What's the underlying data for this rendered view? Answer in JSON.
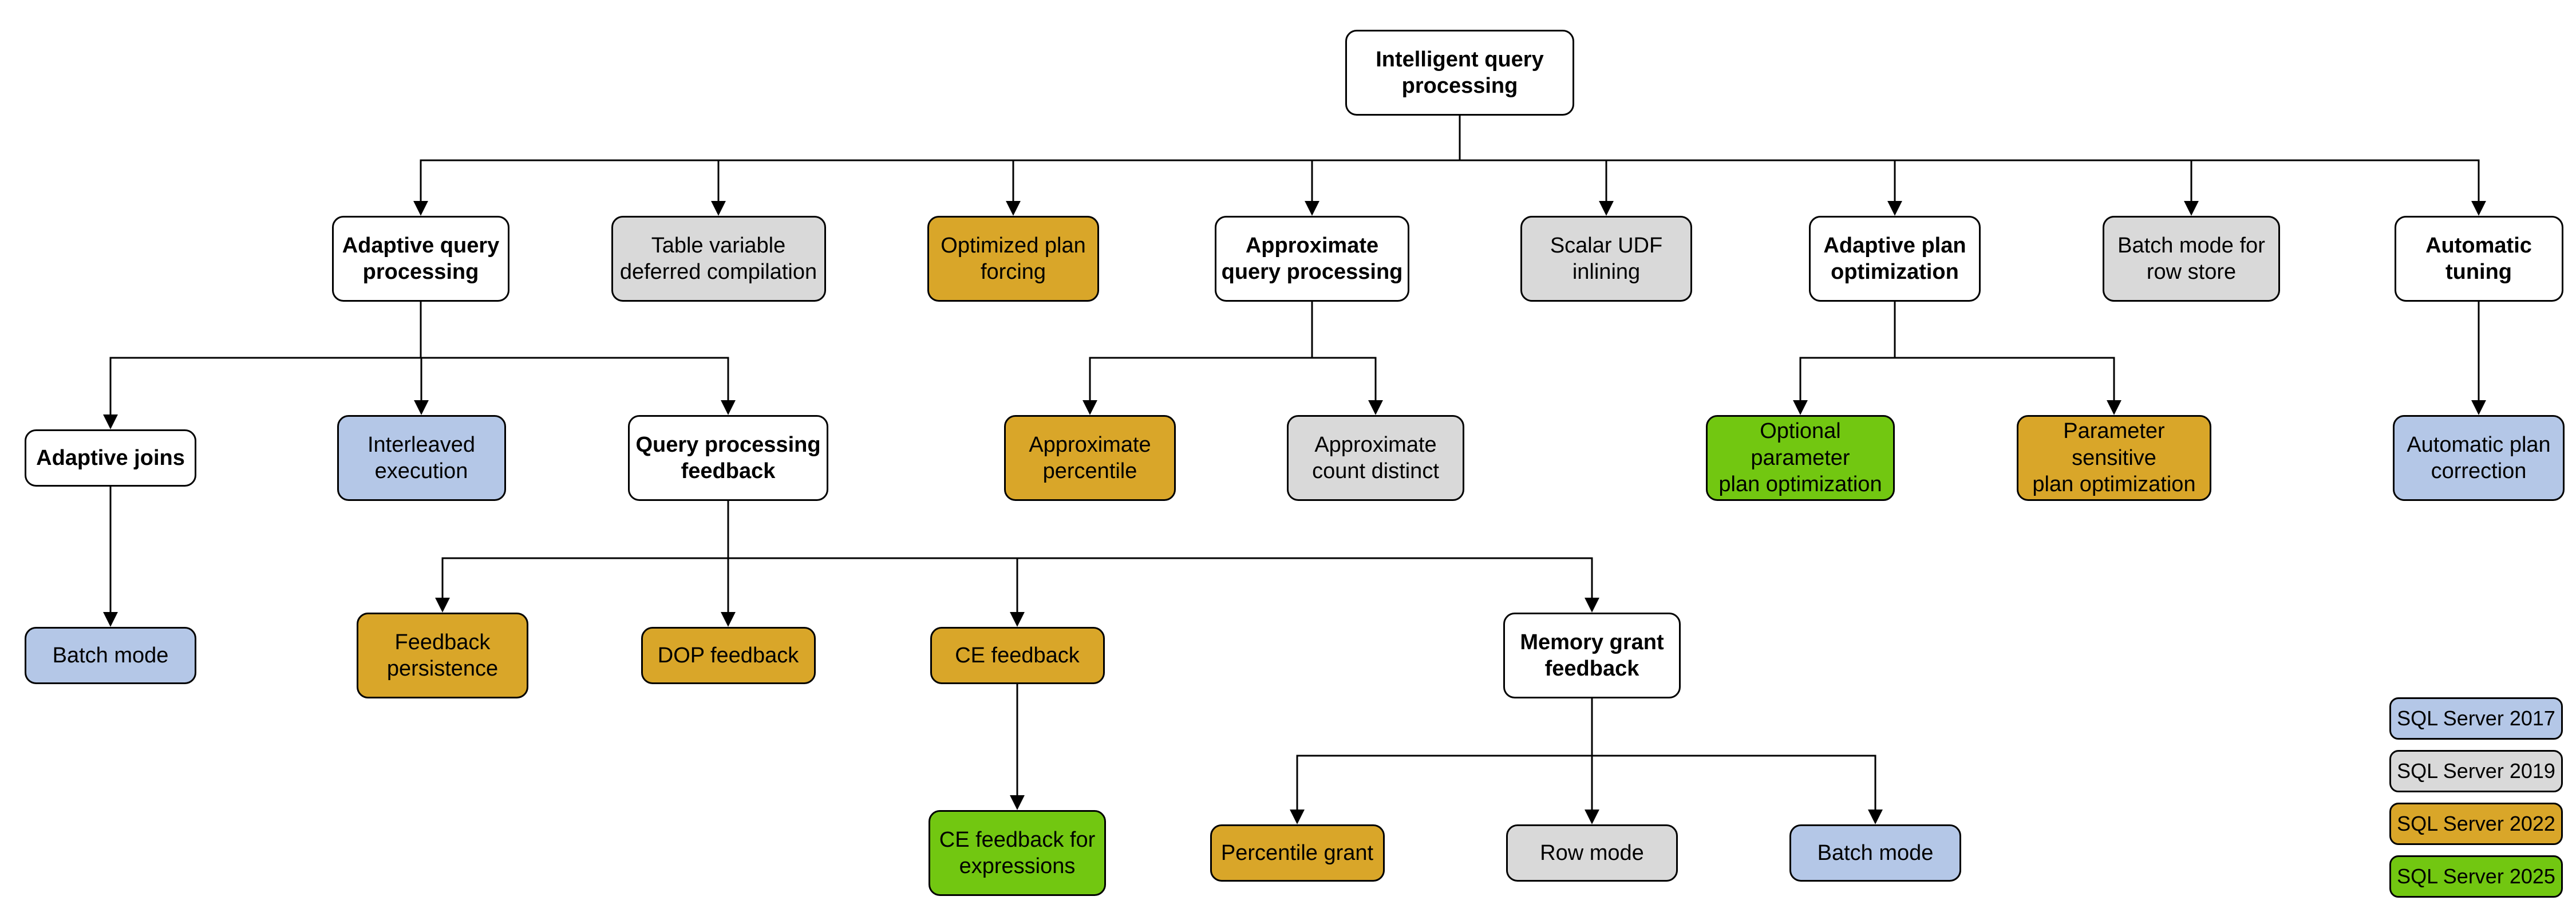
{
  "diagram_title": "Intelligent query processing",
  "colors": {
    "base": "#FFFFFF",
    "2017": "#B4C7E7",
    "2019": "#D9D9D9",
    "2022": "#D9A629",
    "2025": "#72C711"
  },
  "nodes": [
    {
      "id": "IQP",
      "label": "Intelligent query\nprocessing",
      "version": "base"
    },
    {
      "id": "AQP",
      "label": "Adaptive query\nprocessing",
      "version": "base"
    },
    {
      "id": "TVDC",
      "label": "Table variable\ndeferred compilation",
      "version": "2019"
    },
    {
      "id": "OPF",
      "label": "Optimized plan\nforcing",
      "version": "2022"
    },
    {
      "id": "APQ",
      "label": "Approximate\nquery processing",
      "version": "base"
    },
    {
      "id": "SUI",
      "label": "Scalar UDF\ninlining",
      "version": "2019"
    },
    {
      "id": "APO",
      "label": "Adaptive plan\noptimization",
      "version": "base"
    },
    {
      "id": "BMRS",
      "label": "Batch mode for\nrow store",
      "version": "2019"
    },
    {
      "id": "AT",
      "label": "Automatic\ntuning",
      "version": "base"
    },
    {
      "id": "AJ",
      "label": "Adaptive joins",
      "version": "base"
    },
    {
      "id": "IE",
      "label": "Interleaved\nexecution",
      "version": "2017"
    },
    {
      "id": "QPF",
      "label": "Query processing\nfeedback",
      "version": "base"
    },
    {
      "id": "APERC",
      "label": "Approximate\npercentile",
      "version": "2022"
    },
    {
      "id": "ACD",
      "label": "Approximate\ncount distinct",
      "version": "2019"
    },
    {
      "id": "OPPO",
      "label": "Optional parameter\nplan optimization",
      "version": "2025"
    },
    {
      "id": "PSPO",
      "label": "Parameter sensitive\nplan optimization",
      "version": "2022"
    },
    {
      "id": "APC",
      "label": "Automatic plan\ncorrection",
      "version": "2017"
    },
    {
      "id": "BM1",
      "label": "Batch mode",
      "version": "2017"
    },
    {
      "id": "FP",
      "label": "Feedback\npersistence",
      "version": "2022"
    },
    {
      "id": "DOP",
      "label": "DOP feedback",
      "version": "2022"
    },
    {
      "id": "CEF",
      "label": "CE feedback",
      "version": "2022"
    },
    {
      "id": "MGF",
      "label": "Memory grant\nfeedback",
      "version": "base"
    },
    {
      "id": "CEFE",
      "label": "CE feedback for\nexpressions",
      "version": "2025"
    },
    {
      "id": "PG",
      "label": "Percentile grant",
      "version": "2022"
    },
    {
      "id": "RM",
      "label": "Row mode",
      "version": "2019"
    },
    {
      "id": "BM2",
      "label": "Batch mode",
      "version": "2017"
    }
  ],
  "edges": [
    {
      "parent": "IQP",
      "children": [
        "AQP",
        "TVDC",
        "OPF",
        "APQ",
        "SUI",
        "APO",
        "BMRS",
        "AT"
      ]
    },
    {
      "parent": "AQP",
      "children": [
        "AJ",
        "IE",
        "QPF"
      ]
    },
    {
      "parent": "APQ",
      "children": [
        "APERC",
        "ACD"
      ]
    },
    {
      "parent": "APO",
      "children": [
        "OPPO",
        "PSPO"
      ]
    },
    {
      "parent": "AT",
      "children": [
        "APC"
      ]
    },
    {
      "parent": "AJ",
      "children": [
        "BM1"
      ]
    },
    {
      "parent": "QPF",
      "children": [
        "FP",
        "DOP",
        "CEF",
        "MGF"
      ]
    },
    {
      "parent": "CEF",
      "children": [
        "CEFE"
      ]
    },
    {
      "parent": "MGF",
      "children": [
        "PG",
        "RM",
        "BM2"
      ]
    }
  ],
  "legend": [
    {
      "label": "SQL Server 2017",
      "version": "2017"
    },
    {
      "label": "SQL Server 2019",
      "version": "2019"
    },
    {
      "label": "SQL Server 2022",
      "version": "2022"
    },
    {
      "label": "SQL Server 2025",
      "version": "2025"
    }
  ]
}
